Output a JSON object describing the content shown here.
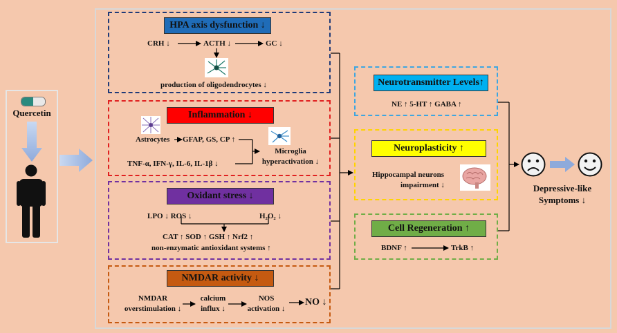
{
  "quercetin": {
    "label": "Quercetin"
  },
  "hpa": {
    "title": "HPA axis dysfunction ↓",
    "crh": "CRH ↓",
    "acth": "ACTH ↓",
    "gc": "GC ↓",
    "oligo": "production of oligodendrocytes ↓",
    "color": "#1f6cb8"
  },
  "inflammation": {
    "title": "Inflammation ↓",
    "astro": "Astrocytes",
    "gfap": "GFAP, GS, CP ↑",
    "micro1": "Microglia",
    "micro2": "hyperactivation ↓",
    "tnf": "TNF-α, IFN-γ, IL-6, IL-1β ↓",
    "color": "#ff0000"
  },
  "oxidant": {
    "title": "Oxidant stress ↓",
    "lpo": "LPO ↓  ROS ↓",
    "h2o2": "H₂O₂ ↓",
    "cat": "CAT ↑  SOD ↑ GSH ↑ Nrf2 ↑",
    "nonenz": "non-enzymatic antioxidant systems ↑",
    "color": "#7030a0"
  },
  "nmdar": {
    "title": "NMDAR activity ↓",
    "n1a": "NMDAR",
    "n1b": "overstimulation ↓",
    "n2a": "calcium",
    "n2b": "influx ↓",
    "n3a": "NOS",
    "n3b": "activation ↓",
    "no": "NO ↓",
    "color": "#c55a11"
  },
  "neurotransmitter": {
    "title": "Neurotransmitter Levels↑",
    "text": "NE ↑  5-HT ↑   GABA ↑",
    "color": "#00b0f0"
  },
  "neuroplasticity": {
    "title": "Neuroplasticity ↑",
    "t1": "Hippocampal neurons",
    "t2": "impairment ↓",
    "color": "#ffff00"
  },
  "regeneration": {
    "title": "Cell Regeneration ↑",
    "bdnf": "BDNF ↑",
    "trkb": "TrkB ↑",
    "color": "#70ad47"
  },
  "outcome": {
    "line1": "Depressive-like",
    "line2": "Symptoms ↓"
  }
}
